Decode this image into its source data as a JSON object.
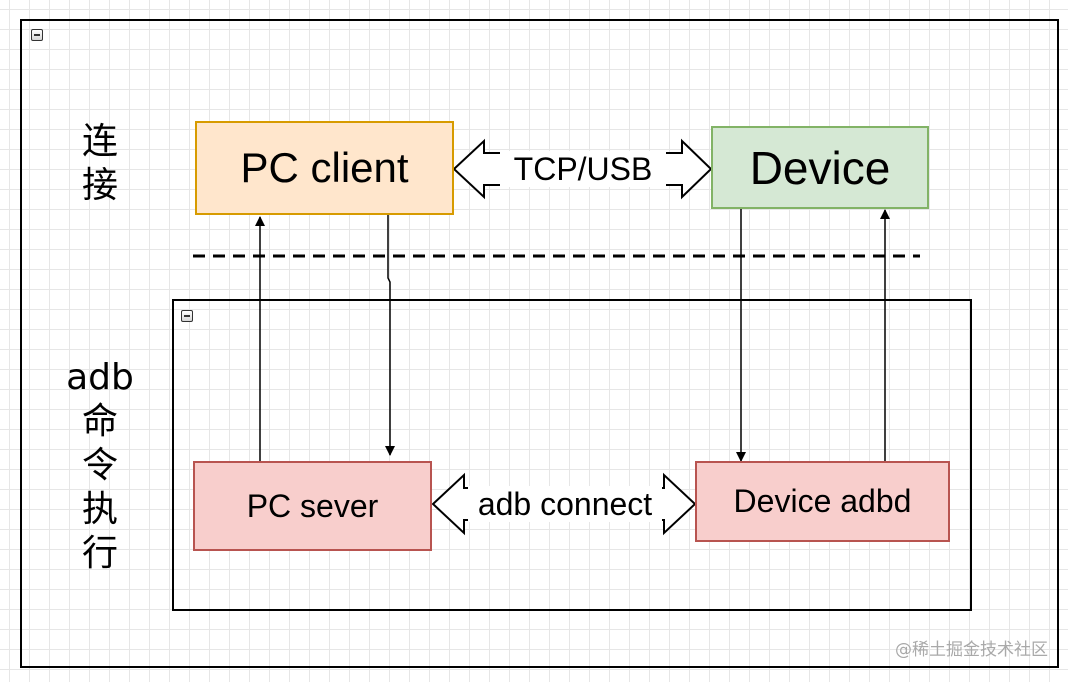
{
  "diagram": {
    "side_labels": {
      "connection": [
        "连",
        "接"
      ],
      "adb_exec": [
        "adb",
        "命",
        "令",
        "执",
        "行"
      ]
    },
    "nodes": {
      "pc_client": "PC client",
      "device": "Device",
      "pc_server": "PC sever",
      "device_adbd": "Device adbd"
    },
    "edges": {
      "top_link": "TCP/USB",
      "bottom_link": "adb connect"
    },
    "colors": {
      "pc_client_fill": "#ffe6cc",
      "pc_client_stroke": "#d79b00",
      "device_fill": "#d5e8d4",
      "device_stroke": "#82b366",
      "adb_node_fill": "#f8cecc",
      "adb_node_stroke": "#b85450"
    }
  },
  "watermark": "@稀土掘金技术社区"
}
